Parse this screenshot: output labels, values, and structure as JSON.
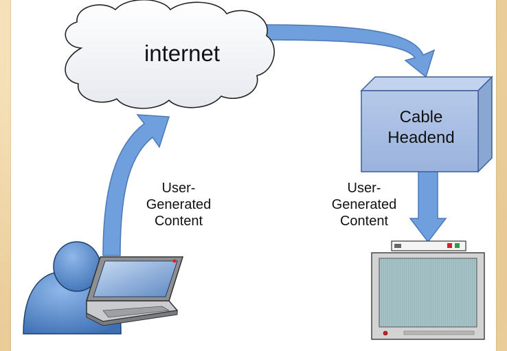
{
  "nodes": {
    "cloud_label": "internet",
    "headend_label_line1": "Cable",
    "headend_label_line2": "Headend"
  },
  "edge_labels": {
    "left_line1": "User-",
    "left_line2": "Generated",
    "left_line3": "Content",
    "right_line1": "User-",
    "right_line2": "Generated",
    "right_line3": "Content"
  },
  "colors": {
    "arrow": "#6f9fdc",
    "arrow_stroke": "#4a78b8",
    "headend_face": "#a7bde1",
    "headend_stroke": "#3b5c9a",
    "user": "#5b8fd0",
    "tv_screen": "#9fbcc0"
  }
}
